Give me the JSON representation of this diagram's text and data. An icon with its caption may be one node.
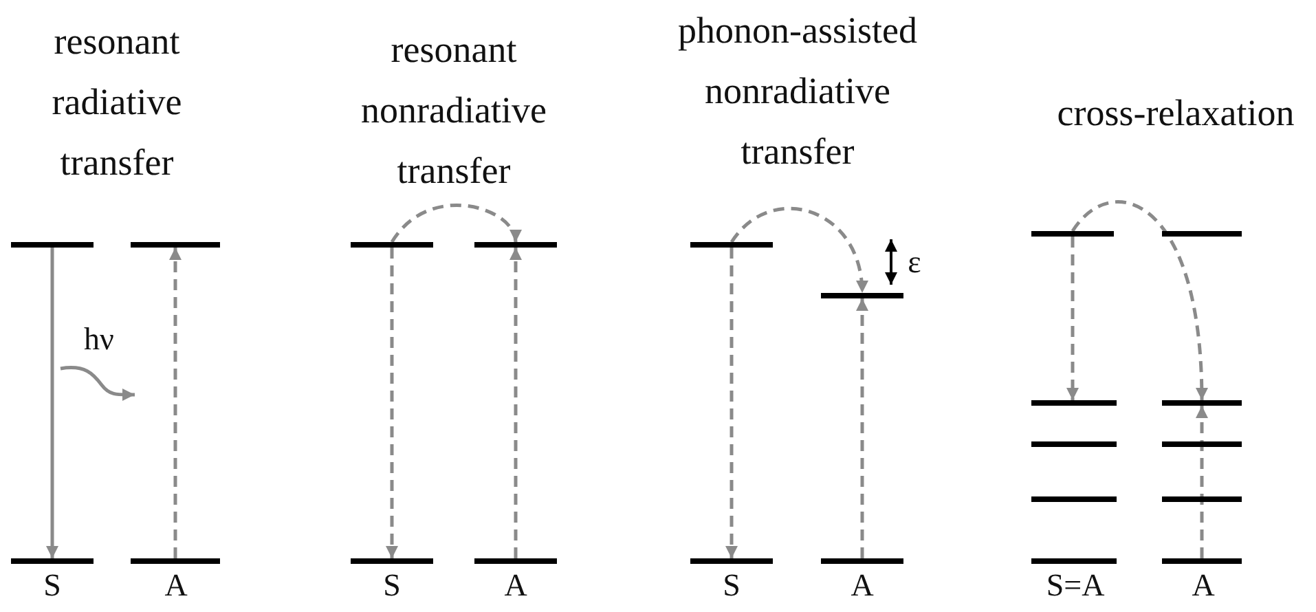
{
  "diagram": {
    "nodes": [
      {
        "text": [],
        "shape": "bar"
      },
      {
        "text": [],
        "shape": "bar"
      },
      {
        "text": [],
        "shape": "bar"
      },
      {
        "text": [],
        "shape": "bar"
      },
      {
        "text": [],
        "shape": "bar"
      },
      {
        "text": [],
        "shape": "bar"
      },
      {
        "text": [],
        "shape": "bar"
      },
      {
        "text": [],
        "shape": "bar"
      },
      {
        "text": [],
        "shape": "bar"
      },
      {
        "text": [],
        "shape": "bar"
      },
      {
        "text": [],
        "shape": "bar"
      },
      {
        "text": [],
        "shape": "bar"
      },
      {
        "text": [],
        "shape": "bar"
      },
      {
        "text": [],
        "shape": "bar"
      },
      {
        "text": [],
        "shape": "bar"
      },
      {
        "text": [],
        "shape": "bar"
      },
      {
        "text": [],
        "shape": "bar"
      },
      {
        "text": [],
        "shape": "bar"
      },
      {
        "text": [],
        "shape": "bar"
      },
      {
        "text": [],
        "shape": "bar"
      },
      {
        "text": [],
        "shape": "bar"
      },
      {
        "text": [],
        "shape": "bar"
      }
    ],
    "edges": [
      {
        "from": 0,
        "to": 2,
        "arrow": "to"
      },
      {
        "from": 3,
        "to": 1,
        "arrow": "to",
        "style": "dashed"
      },
      {
        "from": 4,
        "to": 5,
        "arrow": "to",
        "style": "dashed"
      },
      {
        "from": 4,
        "to": 6,
        "arrow": "to",
        "style": "dashed"
      },
      {
        "from": 7,
        "to": 5,
        "arrow": "to",
        "style": "dashed"
      },
      {
        "from": 8,
        "to": 9,
        "arrow": "to",
        "style": "dashed"
      },
      {
        "from": 8,
        "to": 10,
        "arrow": "to",
        "style": "dashed"
      },
      {
        "from": 11,
        "to": 9,
        "arrow": "to",
        "style": "dashed"
      },
      {
        "from": 12,
        "to": 15,
        "arrow": "to",
        "style": "dashed"
      },
      {
        "from": 12,
        "to": 14,
        "arrow": "to",
        "style": "dashed"
      },
      {
        "from": 21,
        "to": 15,
        "arrow": "to",
        "style": "dashed"
      }
    ],
    "labels": [
      "resonant radiative transfer",
      "resonant nonradiative transfer",
      "phonon-assisted nonradiative transfer",
      "cross-relaxation",
      "hν",
      "ε",
      "S",
      "A",
      "S",
      "A",
      "S",
      "A",
      "S=A",
      "A"
    ]
  }
}
